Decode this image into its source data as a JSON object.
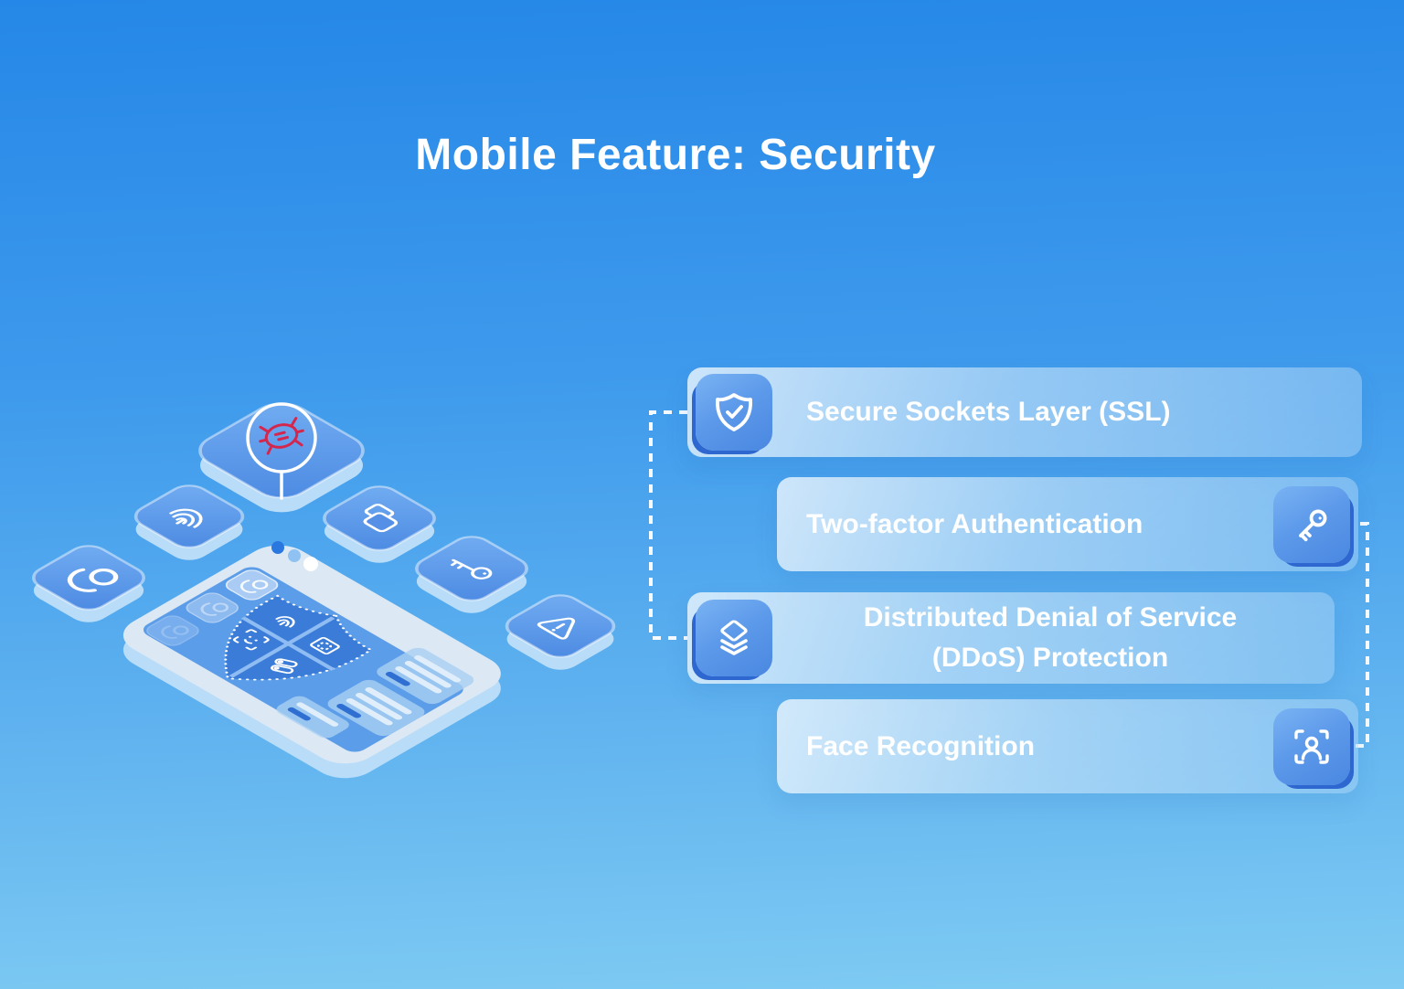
{
  "title": "Mobile Feature: Security",
  "cards": [
    {
      "label": "Secure Sockets Layer (SSL)",
      "icon": "shield-check-icon",
      "icon_side": "left"
    },
    {
      "label": "Two-factor Authentication",
      "icon": "key-icon",
      "icon_side": "right"
    },
    {
      "label": "Distributed Denial of Service (DDoS) Protection",
      "label_lines": [
        "Distributed Denial of Service",
        "(DDoS) Protection"
      ],
      "icon": "layers-icon",
      "icon_side": "left"
    },
    {
      "label": "Face Recognition",
      "icon": "face-scan-icon",
      "icon_side": "right"
    }
  ],
  "illustration": {
    "device": "isometric tablet browser with security shield",
    "tiles": [
      "bug-scan",
      "fingerprint",
      "user",
      "copy-files",
      "key",
      "warning"
    ],
    "shield_icons": [
      "fingerprint",
      "id-card",
      "face-id",
      "keys"
    ],
    "browser_dots": [
      "dark-blue",
      "light-blue",
      "white"
    ]
  },
  "colors": {
    "background_top": "#2587E7",
    "background_bottom": "#7FCBF3",
    "card_text": "#FFFFFF",
    "tile_blue": "#4C8AE3",
    "tile_edge_blue": "#2D67CF",
    "tablet_frame": "#DCE8F4",
    "tablet_screen": "#5C9DE9",
    "shield_blue": "#3A7CD7",
    "bug_red": "#D5274D",
    "connector": "#FFFFFF"
  }
}
